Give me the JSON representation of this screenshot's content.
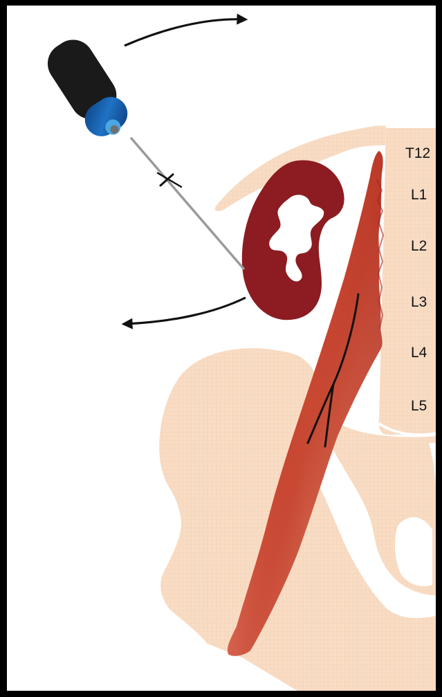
{
  "vertebra_labels": [
    "T12",
    "L1",
    "L2",
    "L3",
    "L4",
    "L5"
  ],
  "colors": {
    "frame": "#000000",
    "background": "#ffffff",
    "bone": "#f8dcc4",
    "kidney": "#8c1c22",
    "muscle_dark": "#b52a22",
    "muscle_light": "#e08a70",
    "needle_handle": "#1a1a1a",
    "needle_hub": "#1f6fc0",
    "needle_shaft": "#a0a0a0",
    "arrows": "#111111"
  },
  "icons": [
    "needle-icon",
    "rotation-arrow-icon",
    "kidney-icon",
    "psoas-muscle-icon",
    "nerve-icon",
    "pelvis-icon",
    "spine-icon"
  ]
}
